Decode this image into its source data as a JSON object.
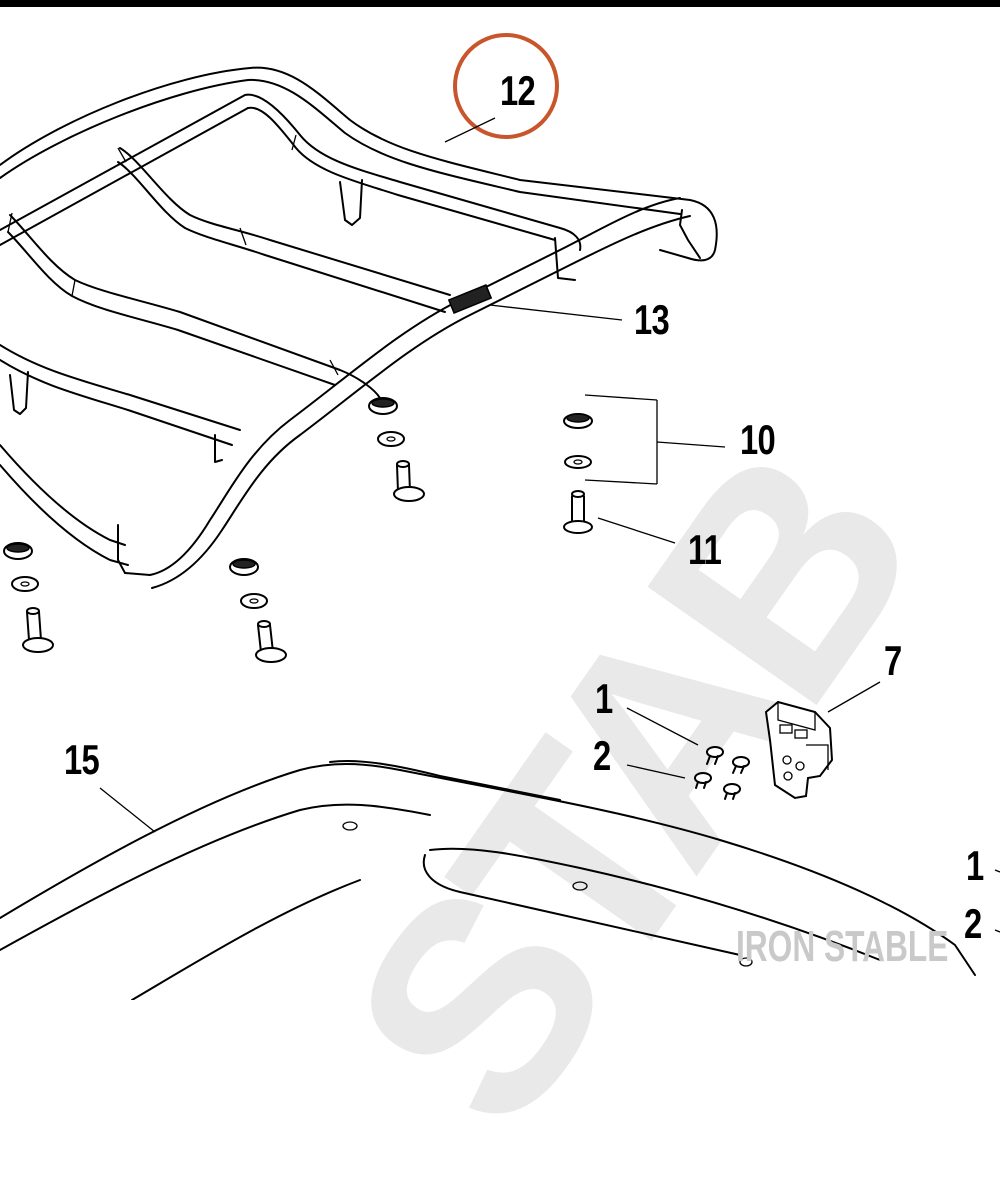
{
  "callouts": {
    "c12": "12",
    "c13": "13",
    "c10": "10",
    "c11": "11",
    "c7": "7",
    "c1": "1",
    "c2": "2",
    "c15": "15",
    "c1b": "1",
    "c2b": "2"
  },
  "watermark": {
    "big": "STAB",
    "brand": "IRON STABLE"
  },
  "colors": {
    "highlight_circle": "#c8552b",
    "line": "#000000",
    "watermark": "#e6e6e6"
  }
}
